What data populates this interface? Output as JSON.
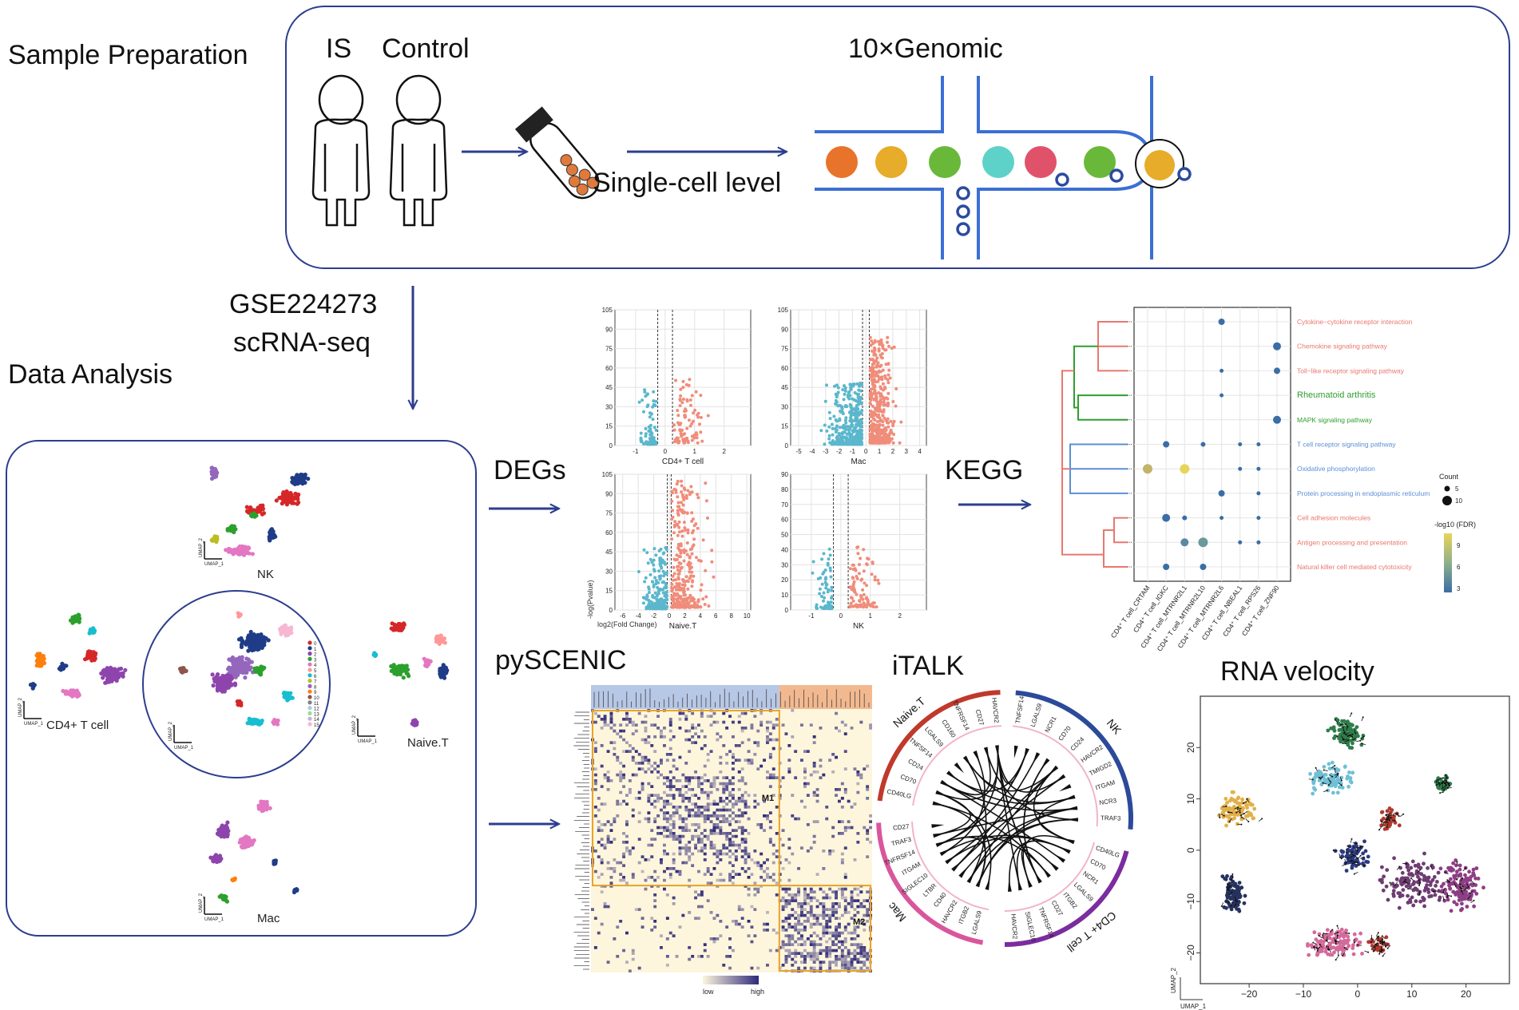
{
  "sections": {
    "sample_preparation": "Sample Preparation",
    "data_analysis": "Data Analysis"
  },
  "sample": {
    "group_is": "IS",
    "group_control": "Control",
    "platform": "10×Genomic",
    "level": "Single-cell level"
  },
  "dataset": {
    "accession": "GSE224273",
    "type": "scRNA-seq"
  },
  "umap": {
    "clusters": [
      "0",
      "1",
      "2",
      "3",
      "4",
      "5",
      "6",
      "7",
      "8",
      "9",
      "10",
      "11",
      "12",
      "13",
      "14",
      "15"
    ],
    "cluster_colors": [
      "#d62728",
      "#1f3c88",
      "#8e44ad",
      "#2ca02c",
      "#e377c2",
      "#ff9896",
      "#17becf",
      "#bcbd22",
      "#9467bd",
      "#ff7f0e",
      "#8c564b",
      "#7f7f7f",
      "#aec7e8",
      "#98df8a",
      "#c5b0d5",
      "#f7b6d2"
    ],
    "panels": {
      "nk": "NK",
      "cd4": "CD4+ T cell",
      "naive": "Naive.T",
      "mac": "Mac"
    },
    "axis_x": "UMAP_1",
    "axis_y": "UMAP_2"
  },
  "flow_labels": {
    "degs": "DEGs",
    "kegg": "KEGG",
    "pyscenic": "pySCENIC",
    "italk": "iTALK",
    "velocity": "RNA velocity"
  },
  "volcano": {
    "ylabel": "-log(Pvalue)",
    "xlabel": "log2(Fold Change)",
    "panels": [
      {
        "title": "CD4+ T cell",
        "yticks": [
          "0",
          "15",
          "30",
          "45",
          "60",
          "75",
          "90",
          "105"
        ],
        "xticks": [
          "-1",
          "0",
          "1",
          "2"
        ]
      },
      {
        "title": "Mac",
        "yticks": [
          "0",
          "15",
          "30",
          "45",
          "60",
          "75",
          "90",
          "105"
        ],
        "xticks": [
          "-5",
          "-4",
          "-3",
          "-2",
          "-1",
          "0",
          "1",
          "2",
          "3",
          "4"
        ]
      },
      {
        "title": "Naive.T",
        "yticks": [
          "0",
          "15",
          "30",
          "45",
          "60",
          "75",
          "90",
          "105"
        ],
        "xticks": [
          "-6",
          "-4",
          "-2",
          "0",
          "2",
          "4",
          "6",
          "8",
          "10"
        ]
      },
      {
        "title": "NK",
        "yticks": [
          "0",
          "10",
          "20",
          "30",
          "40",
          "50",
          "60",
          "70",
          "80",
          "90"
        ],
        "xticks": [
          "-1",
          "0",
          "1",
          "2"
        ]
      }
    ],
    "colors": {
      "up": "#f08c7a",
      "down": "#5bb7cc"
    }
  },
  "kegg": {
    "terms": [
      {
        "label": "Cytokine−cytokine receptor interaction",
        "color": "#e8786e"
      },
      {
        "label": "Chemokine signaling pathway",
        "color": "#e8786e"
      },
      {
        "label": "Toll−like receptor signaling pathway",
        "color": "#e8786e"
      },
      {
        "label": "Rheumatoid arthritis",
        "color": "#2e9e2e"
      },
      {
        "label": "MAPK signaling pathway",
        "color": "#2e9e2e"
      },
      {
        "label": "T cell receptor signaling pathway",
        "color": "#5b8fd6"
      },
      {
        "label": "Oxidative phosphorylation",
        "color": "#5b8fd6"
      },
      {
        "label": "Protein processing in endoplasmic reticulum",
        "color": "#5b8fd6"
      },
      {
        "label": "Cell adhesion molecules",
        "color": "#e8786e"
      },
      {
        "label": "Antigen processing and presentation",
        "color": "#e8786e"
      },
      {
        "label": "Natural killer cell mediated cytotoxicity",
        "color": "#e8786e"
      }
    ],
    "columns": [
      "CD4⁺ T cell_CRTAM",
      "CD4⁺ T cell_IGKC",
      "CD4⁺ T cell_MTRNR2L1",
      "CD4⁺ T cell_MTRNR2L10",
      "CD4⁺ T cell_MTRNR2L6",
      "CD4⁺ T cell_NBEAL1",
      "CD4⁺ T cell_RPS26",
      "CD4⁺ T cell_ZNF90"
    ],
    "legend_count_title": "Count",
    "legend_count_values": [
      "5",
      "10"
    ],
    "legend_fdr_title": "-log10 (FDR)",
    "legend_fdr_ticks": [
      "9",
      "6",
      "3"
    ],
    "fdr_low_color": "#3a6ea5",
    "fdr_high_color": "#e8d45a"
  },
  "scenic": {
    "module1": "M1",
    "module2": "M2",
    "legend_low": "low",
    "legend_high": "high",
    "low_color": "#fdf6dc",
    "high_color": "#2f2a7a",
    "module_color": "#e8a32a"
  },
  "italk": {
    "groups": [
      {
        "name": "NK",
        "color": "#2c4a9a",
        "genes": [
          "TNFSF14",
          "LGALS9",
          "NCR1",
          "CD70",
          "CD24",
          "HAVCR2",
          "TMIGD2",
          "ITGAM",
          "NCR3",
          "TRAF3"
        ]
      },
      {
        "name": "CD4+ T cell",
        "color": "#7b2c9e",
        "genes": [
          "CD40LG",
          "CD70",
          "NCR1",
          "LGALS9",
          "ITGB2",
          "CD27",
          "TNFRSF14",
          "SIGLEC10",
          "HAVCR2"
        ]
      },
      {
        "name": "Mac",
        "color": "#d9569c",
        "genes": [
          "LGALS9",
          "ITGB2",
          "HAVCR2",
          "CD40",
          "LTBR",
          "SIGLEC10",
          "ITGAM",
          "TNFRSF14",
          "TRAF3",
          "CD27"
        ]
      },
      {
        "name": "Naive.T",
        "color": "#c0392b",
        "genes": [
          "CD40LG",
          "CD70",
          "CD24",
          "TNFSF14",
          "LGALS9",
          "CD160",
          "TNFRSF14",
          "CD27",
          "HAVCR2"
        ]
      }
    ]
  },
  "velocity": {
    "xlabel": "UMAP_1",
    "ylabel": "UMAP_2",
    "xticks": [
      "−20",
      "−10",
      "0",
      "10",
      "20"
    ],
    "yticks": [
      "20",
      "10",
      "0",
      "−10",
      "−20"
    ]
  },
  "colors": {
    "arrow": "#2c3e8f",
    "box": "#2c3e8f",
    "channel": "#3b6fd4"
  }
}
